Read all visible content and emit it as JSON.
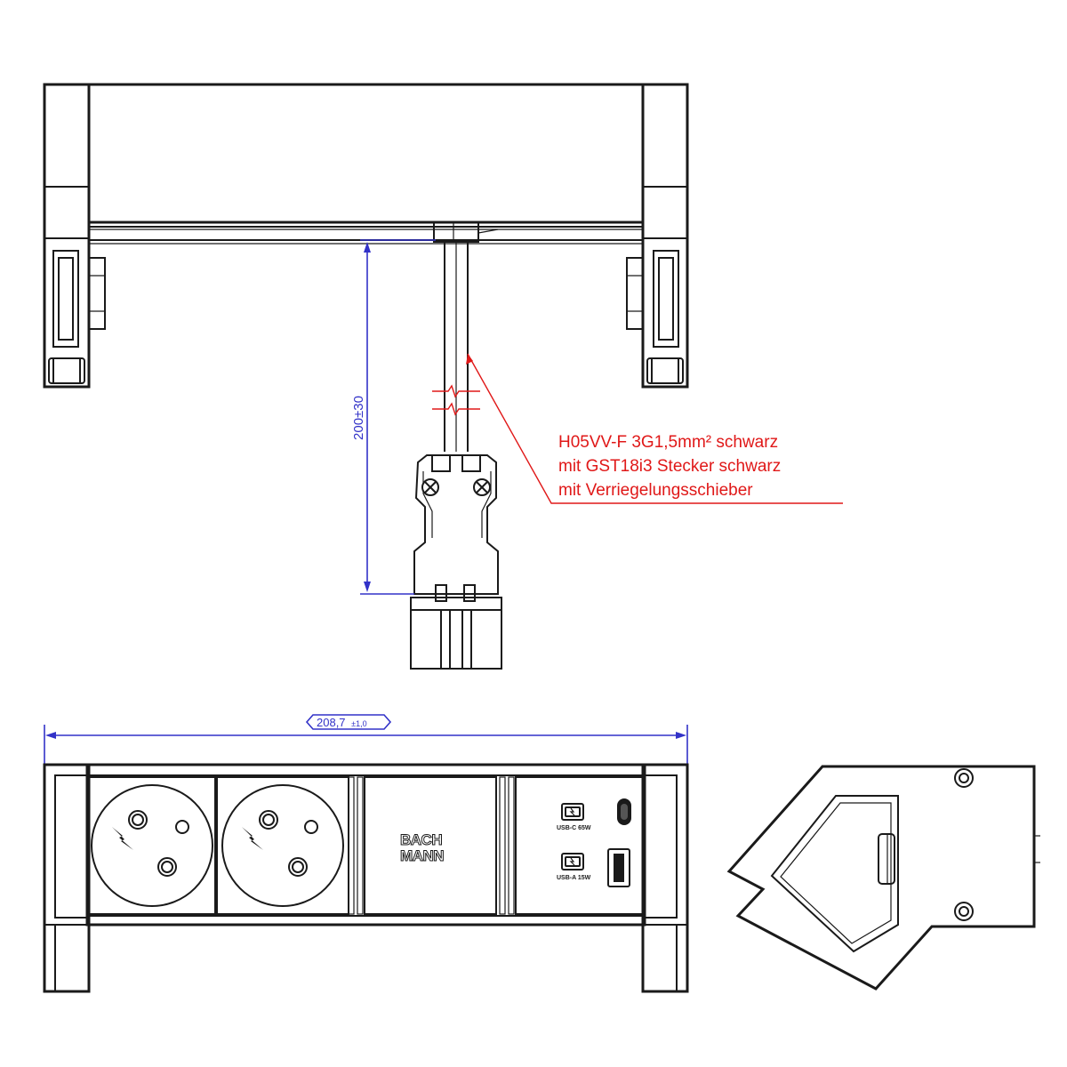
{
  "dimensions": {
    "cable_length": "200±30",
    "width_value": "208,7",
    "width_tolerance": "±1,0"
  },
  "cable_note": {
    "line1": "H05VV-F 3G1,5mm² schwarz",
    "line2": "mit GST18i3 Stecker schwarz",
    "line3": "mit Verriegelungsschieber"
  },
  "usb": {
    "usb_c_label": "USB-C 65W",
    "usb_a_label": "USB-A 15W"
  },
  "logo": {
    "line1": "BACH",
    "line2": "MANN"
  },
  "colors": {
    "line": "#1a1a1a",
    "dimension": "#3232c8",
    "annotation": "#e01818"
  }
}
